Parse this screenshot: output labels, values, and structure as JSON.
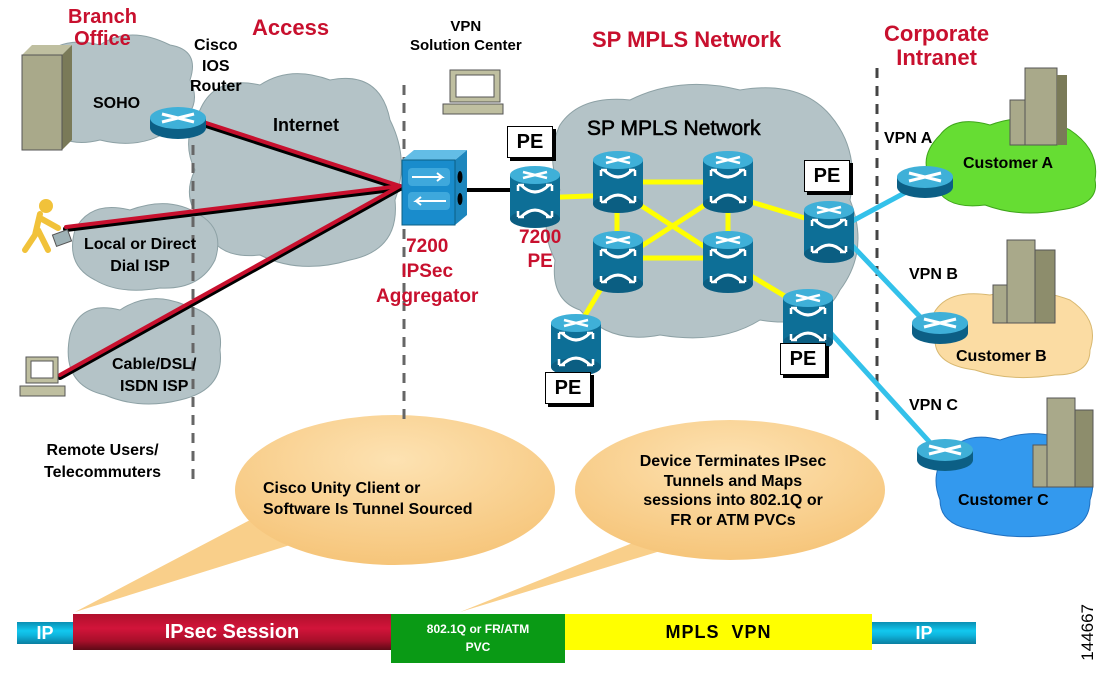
{
  "sections": {
    "branch_office": "Branch\nOffice",
    "access": "Access",
    "sp_mpls_header": "SP MPLS Network",
    "corporate_intranet": "Corporate\nIntranet"
  },
  "labels": {
    "cisco_ios_router": [
      "Cisco",
      "IOS",
      "Router"
    ],
    "soho": "SOHO",
    "internet": "Internet",
    "local_dial_isp": [
      "Local or Direct",
      "Dial ISP"
    ],
    "cable_dsl_isp": [
      "Cable/DSL/",
      "ISDN ISP"
    ],
    "remote_users": [
      "Remote Users/",
      "Telecommuters"
    ],
    "vpn_solution_center": [
      "VPN",
      "Solution Center"
    ],
    "sp_mpls_cloud": "SP MPLS Network",
    "aggregator": [
      "7200",
      "IPSec",
      "Aggregator"
    ],
    "pe_7200": [
      "7200",
      "PE"
    ],
    "pe": "PE",
    "vpn_a": "VPN A",
    "vpn_b": "VPN B",
    "vpn_c": "VPN C",
    "customer_a": "Customer A",
    "customer_b": "Customer B",
    "customer_c": "Customer C"
  },
  "callouts": {
    "unity_client": [
      "Cisco Unity Client or",
      "Software Is Tunnel Sourced"
    ],
    "device_terminates": [
      "Device Terminates IPsec",
      "Tunnels and Maps",
      "sessions into 802.1Q or",
      "FR or ATM PVCs"
    ]
  },
  "protocol_bar": {
    "ip_left": "IP",
    "ipsec_session": "IPsec Session",
    "pvc": [
      "802.1Q or FR/ATM",
      "PVC"
    ],
    "mpls_vpn": "MPLS  VPN",
    "ip_right": "IP"
  },
  "figure_id": "144667",
  "colors": {
    "section_title": "#c8102e",
    "cloud_gray": "#b4c3c7",
    "tunnel_red": "#c8102e",
    "mpls_link_yellow": "#ffff00",
    "vpn_link_blue": "#33c1ea",
    "customer_a_cloud": "#66dd33",
    "customer_b_cloud": "#fbdca3",
    "customer_c_cloud": "#3399ee",
    "callout_orange": "#f9cf8a",
    "router_blue": "#0d6f97"
  }
}
